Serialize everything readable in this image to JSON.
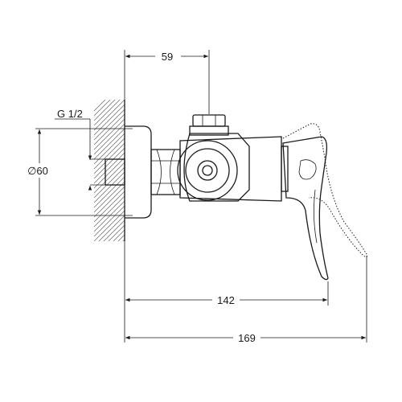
{
  "dimensions": {
    "top_offset": "59",
    "thread": "G 1/2",
    "diameter": "∅60",
    "depth_lever": "142",
    "depth_total": "169"
  }
}
